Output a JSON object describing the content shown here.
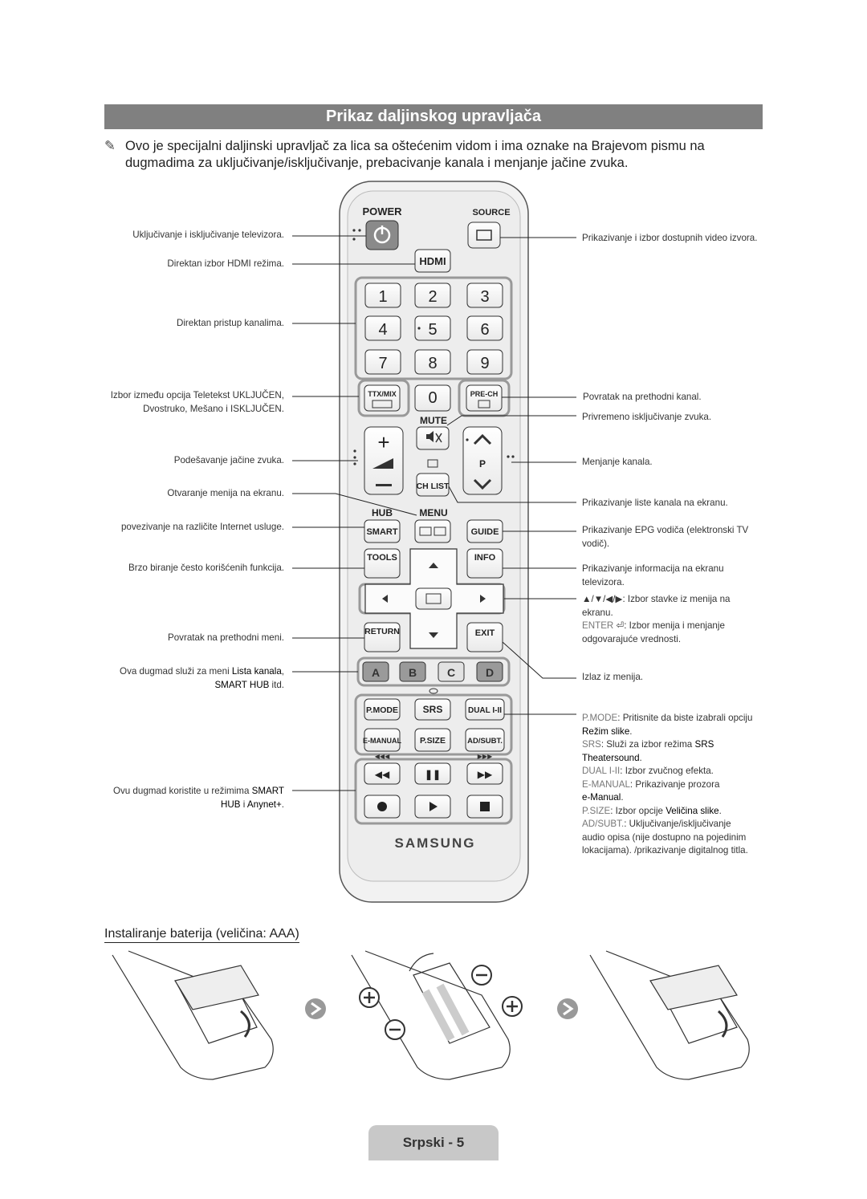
{
  "title": "Prikaz daljinskog upravljača",
  "note": {
    "line1": "Ovo je specijalni daljinski upravljač za lica sa oštećenim vidom i ima oznake na Brajevom pismu na",
    "line2": "dugmadima za uključivanje/isključivanje, prebacivanje kanala i menjanje jačine zvuka."
  },
  "remote": {
    "power": "POWER",
    "source": "SOURCE",
    "hdmi": "HDMI",
    "digits": [
      "1",
      "2",
      "3",
      "4",
      "5",
      "6",
      "7",
      "8",
      "9"
    ],
    "zero": "0",
    "ttx": "TTX/MIX",
    "prech": "PRE-CH",
    "mute": "MUTE",
    "p": "P",
    "chlist": "CH LIST",
    "hub": "HUB",
    "menu": "MENU",
    "smart": "SMART",
    "guide": "GUIDE",
    "tools": "TOOLS",
    "info": "INFO",
    "return": "RETURN",
    "exit": "EXIT",
    "colors": [
      "A",
      "B",
      "C",
      "D"
    ],
    "pmode": "P.MODE",
    "srs": "SRS",
    "dual": "DUAL I-II",
    "emanual": "E-MANUAL",
    "psize": "P.SIZE",
    "adsubt": "AD/SUBT.",
    "brand": "SAMSUNG"
  },
  "left_labels": {
    "power": "Uključivanje i isključivanje televizora.",
    "hdmi": "Direktan izbor HDMI režima.",
    "channels": "Direktan pristup kanalima.",
    "ttx_1": "Izbor između opcija Teletekst UKLJUČEN,",
    "ttx_2": "Dvostruko, Mešano i ISKLJUČEN.",
    "volume": "Podešavanje jačine zvuka.",
    "menu": "Otvaranje menija na ekranu.",
    "smart": "povezivanje na različite Internet usluge.",
    "tools": "Brzo biranje često korišćenih funkcija.",
    "return": "Povratak na prethodni meni.",
    "colors_1a": "Ova dugmad služi za meni ",
    "colors_1b": "Lista kanala",
    "colors_1c": ",",
    "colors_2a": "SMART HUB",
    "colors_2b": " itd.",
    "media_1a": "Ovu dugmad koristite u režimima ",
    "media_1b": "SMART",
    "media_2a": "HUB",
    "media_2b": " i ",
    "media_2c": "Anynet+",
    "media_2d": "."
  },
  "right_labels": {
    "source": "Prikazivanje i izbor dostupnih video izvora.",
    "prech": "Povratak na prethodni kanal.",
    "mute": "Privremeno isključivanje zvuka.",
    "channel": "Menjanje kanala.",
    "chlist": "Prikazivanje liste kanala na ekranu.",
    "guide_1": "Prikazivanje EPG vodiča (elektronski TV",
    "guide_2": "vodič).",
    "info_1": "Prikazivanje informacija na ekranu",
    "info_2": "televizora.",
    "nav_1": "▲/▼/◀/▶: Izbor stavke iz menija na",
    "nav_2": "ekranu.",
    "enter_1a": "ENTER",
    "enter_1b": ": Izbor menija i menjanje",
    "enter_2": "odgovarajuće vrednosti.",
    "exit": "Izlaz iz menija.",
    "pmode_1a": "P.MODE",
    "pmode_1b": ": Pritisnite da biste izabrali opciju",
    "pmode_2": "Režim slike",
    "srs_1a": "SRS",
    "srs_1b": ": Služi za izbor režima ",
    "srs_1c": "SRS",
    "srs_2": "Theatersound",
    "dual_a": "DUAL I-II",
    "dual_b": ": Izbor zvučnog efekta.",
    "em_1a": "E-MANUAL",
    "em_1b": ": Prikazivanje prozora",
    "em_2": "e-Manual",
    "ps_a": "P.SIZE",
    "ps_b": ": Izbor opcije ",
    "ps_c": "Veličina slike",
    "ad_1a": "AD/SUBT.",
    "ad_1b": ": Uključivanje/isključivanje",
    "ad_2": "audio opisa (nije dostupno na pojedinim",
    "ad_3": "lokacijama). /prikazivanje digitalnog titla."
  },
  "battery_heading": "Instaliranje baterija (veličina: AAA)",
  "footer": "Srpski - 5"
}
